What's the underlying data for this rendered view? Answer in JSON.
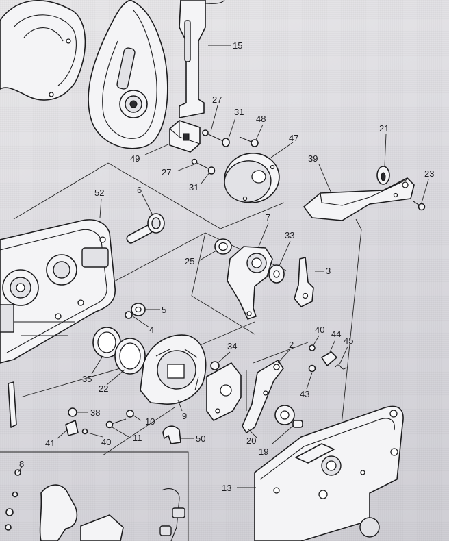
{
  "callouts": [
    {
      "id": "15",
      "label": "15"
    },
    {
      "id": "27a",
      "label": "27"
    },
    {
      "id": "31a",
      "label": "31"
    },
    {
      "id": "48",
      "label": "48"
    },
    {
      "id": "47",
      "label": "47"
    },
    {
      "id": "49",
      "label": "49"
    },
    {
      "id": "27b",
      "label": "27"
    },
    {
      "id": "31b",
      "label": "31"
    },
    {
      "id": "21",
      "label": "21"
    },
    {
      "id": "39",
      "label": "39"
    },
    {
      "id": "23",
      "label": "23"
    },
    {
      "id": "52",
      "label": "52"
    },
    {
      "id": "6",
      "label": "6"
    },
    {
      "id": "7",
      "label": "7"
    },
    {
      "id": "33",
      "label": "33"
    },
    {
      "id": "25",
      "label": "25"
    },
    {
      "id": "3",
      "label": "3"
    },
    {
      "id": "5",
      "label": "5"
    },
    {
      "id": "4",
      "label": "4"
    },
    {
      "id": "40a",
      "label": "40"
    },
    {
      "id": "44",
      "label": "44"
    },
    {
      "id": "45",
      "label": "45"
    },
    {
      "id": "34",
      "label": "34"
    },
    {
      "id": "2",
      "label": "2"
    },
    {
      "id": "35",
      "label": "35"
    },
    {
      "id": "22",
      "label": "22"
    },
    {
      "id": "43",
      "label": "43"
    },
    {
      "id": "38",
      "label": "38"
    },
    {
      "id": "10",
      "label": "10"
    },
    {
      "id": "9",
      "label": "9"
    },
    {
      "id": "41",
      "label": "41"
    },
    {
      "id": "40b",
      "label": "40"
    },
    {
      "id": "11",
      "label": "11"
    },
    {
      "id": "50",
      "label": "50"
    },
    {
      "id": "20",
      "label": "20"
    },
    {
      "id": "19",
      "label": "19"
    },
    {
      "id": "8",
      "label": "8"
    },
    {
      "id": "13",
      "label": "13"
    }
  ]
}
